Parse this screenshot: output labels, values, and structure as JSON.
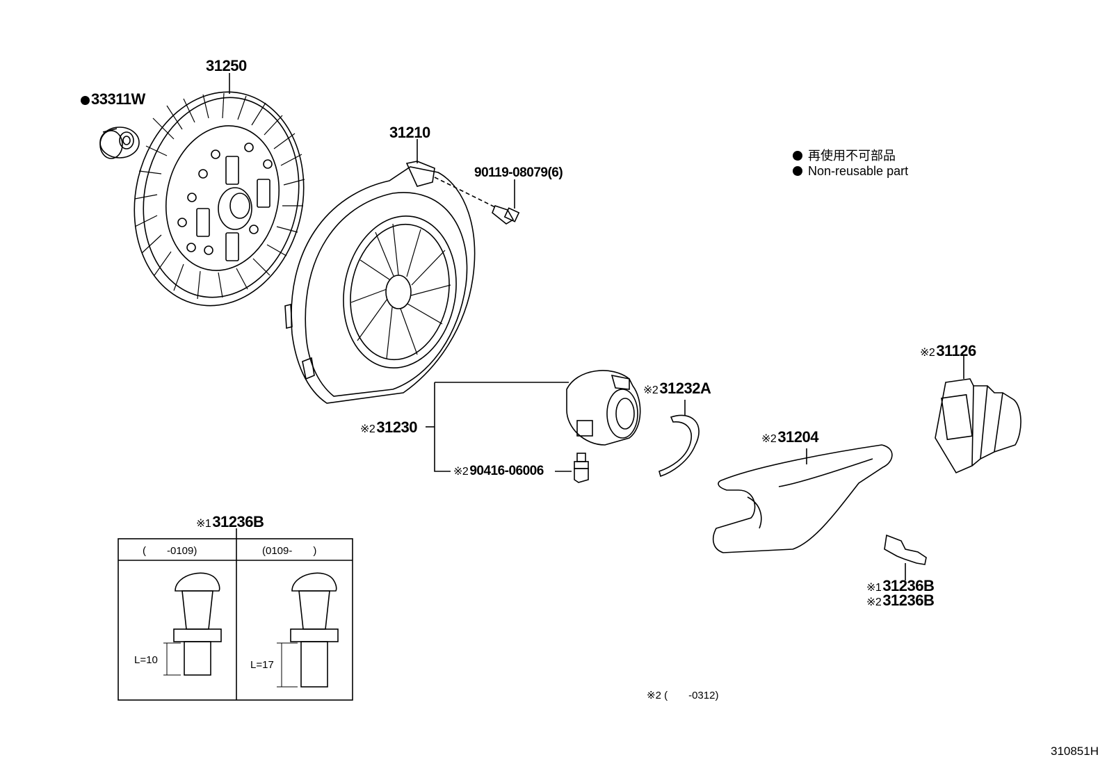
{
  "legend": {
    "jp": "再使用不可部品",
    "en": "Non-reusable part"
  },
  "parts": {
    "p33311": "33311W",
    "p31250": "31250",
    "p31210": "31210",
    "bolt": "90119-08079(6)",
    "p31232": "31232A",
    "p31230": "31230",
    "p90416": "90416-06006",
    "p31204": "31204",
    "p31126": "31126",
    "p31236a": "31236B",
    "p31236b": "31236B",
    "p31236c": "31236B"
  },
  "marks": {
    "m1": "※1",
    "m2": "※2"
  },
  "inset": {
    "col1": "(　　-0109)",
    "col2": "(0109-　　)",
    "len1": "L=10",
    "len2": "L=17"
  },
  "footnote": "※2 (　　-0312)",
  "diagram_code": "310851H"
}
